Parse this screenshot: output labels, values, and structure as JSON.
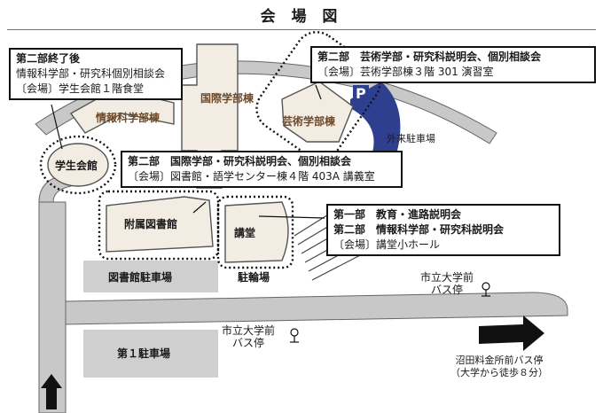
{
  "title": "会 場 図",
  "callouts": {
    "student_hall": {
      "heading": "第二部終了後",
      "line1": "情報科学部・研究科個別相談会",
      "line2": "〔会場〕学生会館１階食堂"
    },
    "arts": {
      "heading": "第二部　芸術学部・研究科説明会、個別相談会",
      "line1": "〔会場〕芸術学部棟３階 301 演習室"
    },
    "international": {
      "heading": "第二部　国際学部・研究科説明会、個別相談会",
      "line1": "〔会場〕図書館・語学センター棟４階 403A 講義室"
    },
    "auditorium": {
      "heading1": "第一部　教育・進路説明会",
      "heading2": "第二部　情報科学部・研究科説明会",
      "line1": "〔会場〕講堂小ホール"
    }
  },
  "labels": {
    "international_bldg": "国際学部棟",
    "info_sci_bldg": "情報科学部棟",
    "arts_bldg": "芸術学部棟",
    "student_hall": "学生会館",
    "library": "附属図書館",
    "auditorium": "講堂",
    "bike_parking": "駐輪場",
    "library_parking": "図書館駐車場",
    "parking1": "第１駐車場",
    "visitor_parking": "外来駐車場",
    "parking_sign": "P",
    "bus_stop_right_1": "市立大学前",
    "bus_stop_right_2": "バス停",
    "bus_stop_center_1": "市立大学前",
    "bus_stop_center_2": "バス停",
    "numata_bus_1": "沼田料金所前バス停",
    "numata_bus_2": "（大学から徒歩８分）"
  },
  "colors": {
    "road": "#c8c8c8",
    "building_line": "#555555",
    "visitor_parking": "#2f3f8f",
    "parking_lot": "#cfcfcf"
  },
  "icons": [
    "bus-stop-icon",
    "bus-stop-icon",
    "arrow-right-icon",
    "arrow-up-icon"
  ]
}
